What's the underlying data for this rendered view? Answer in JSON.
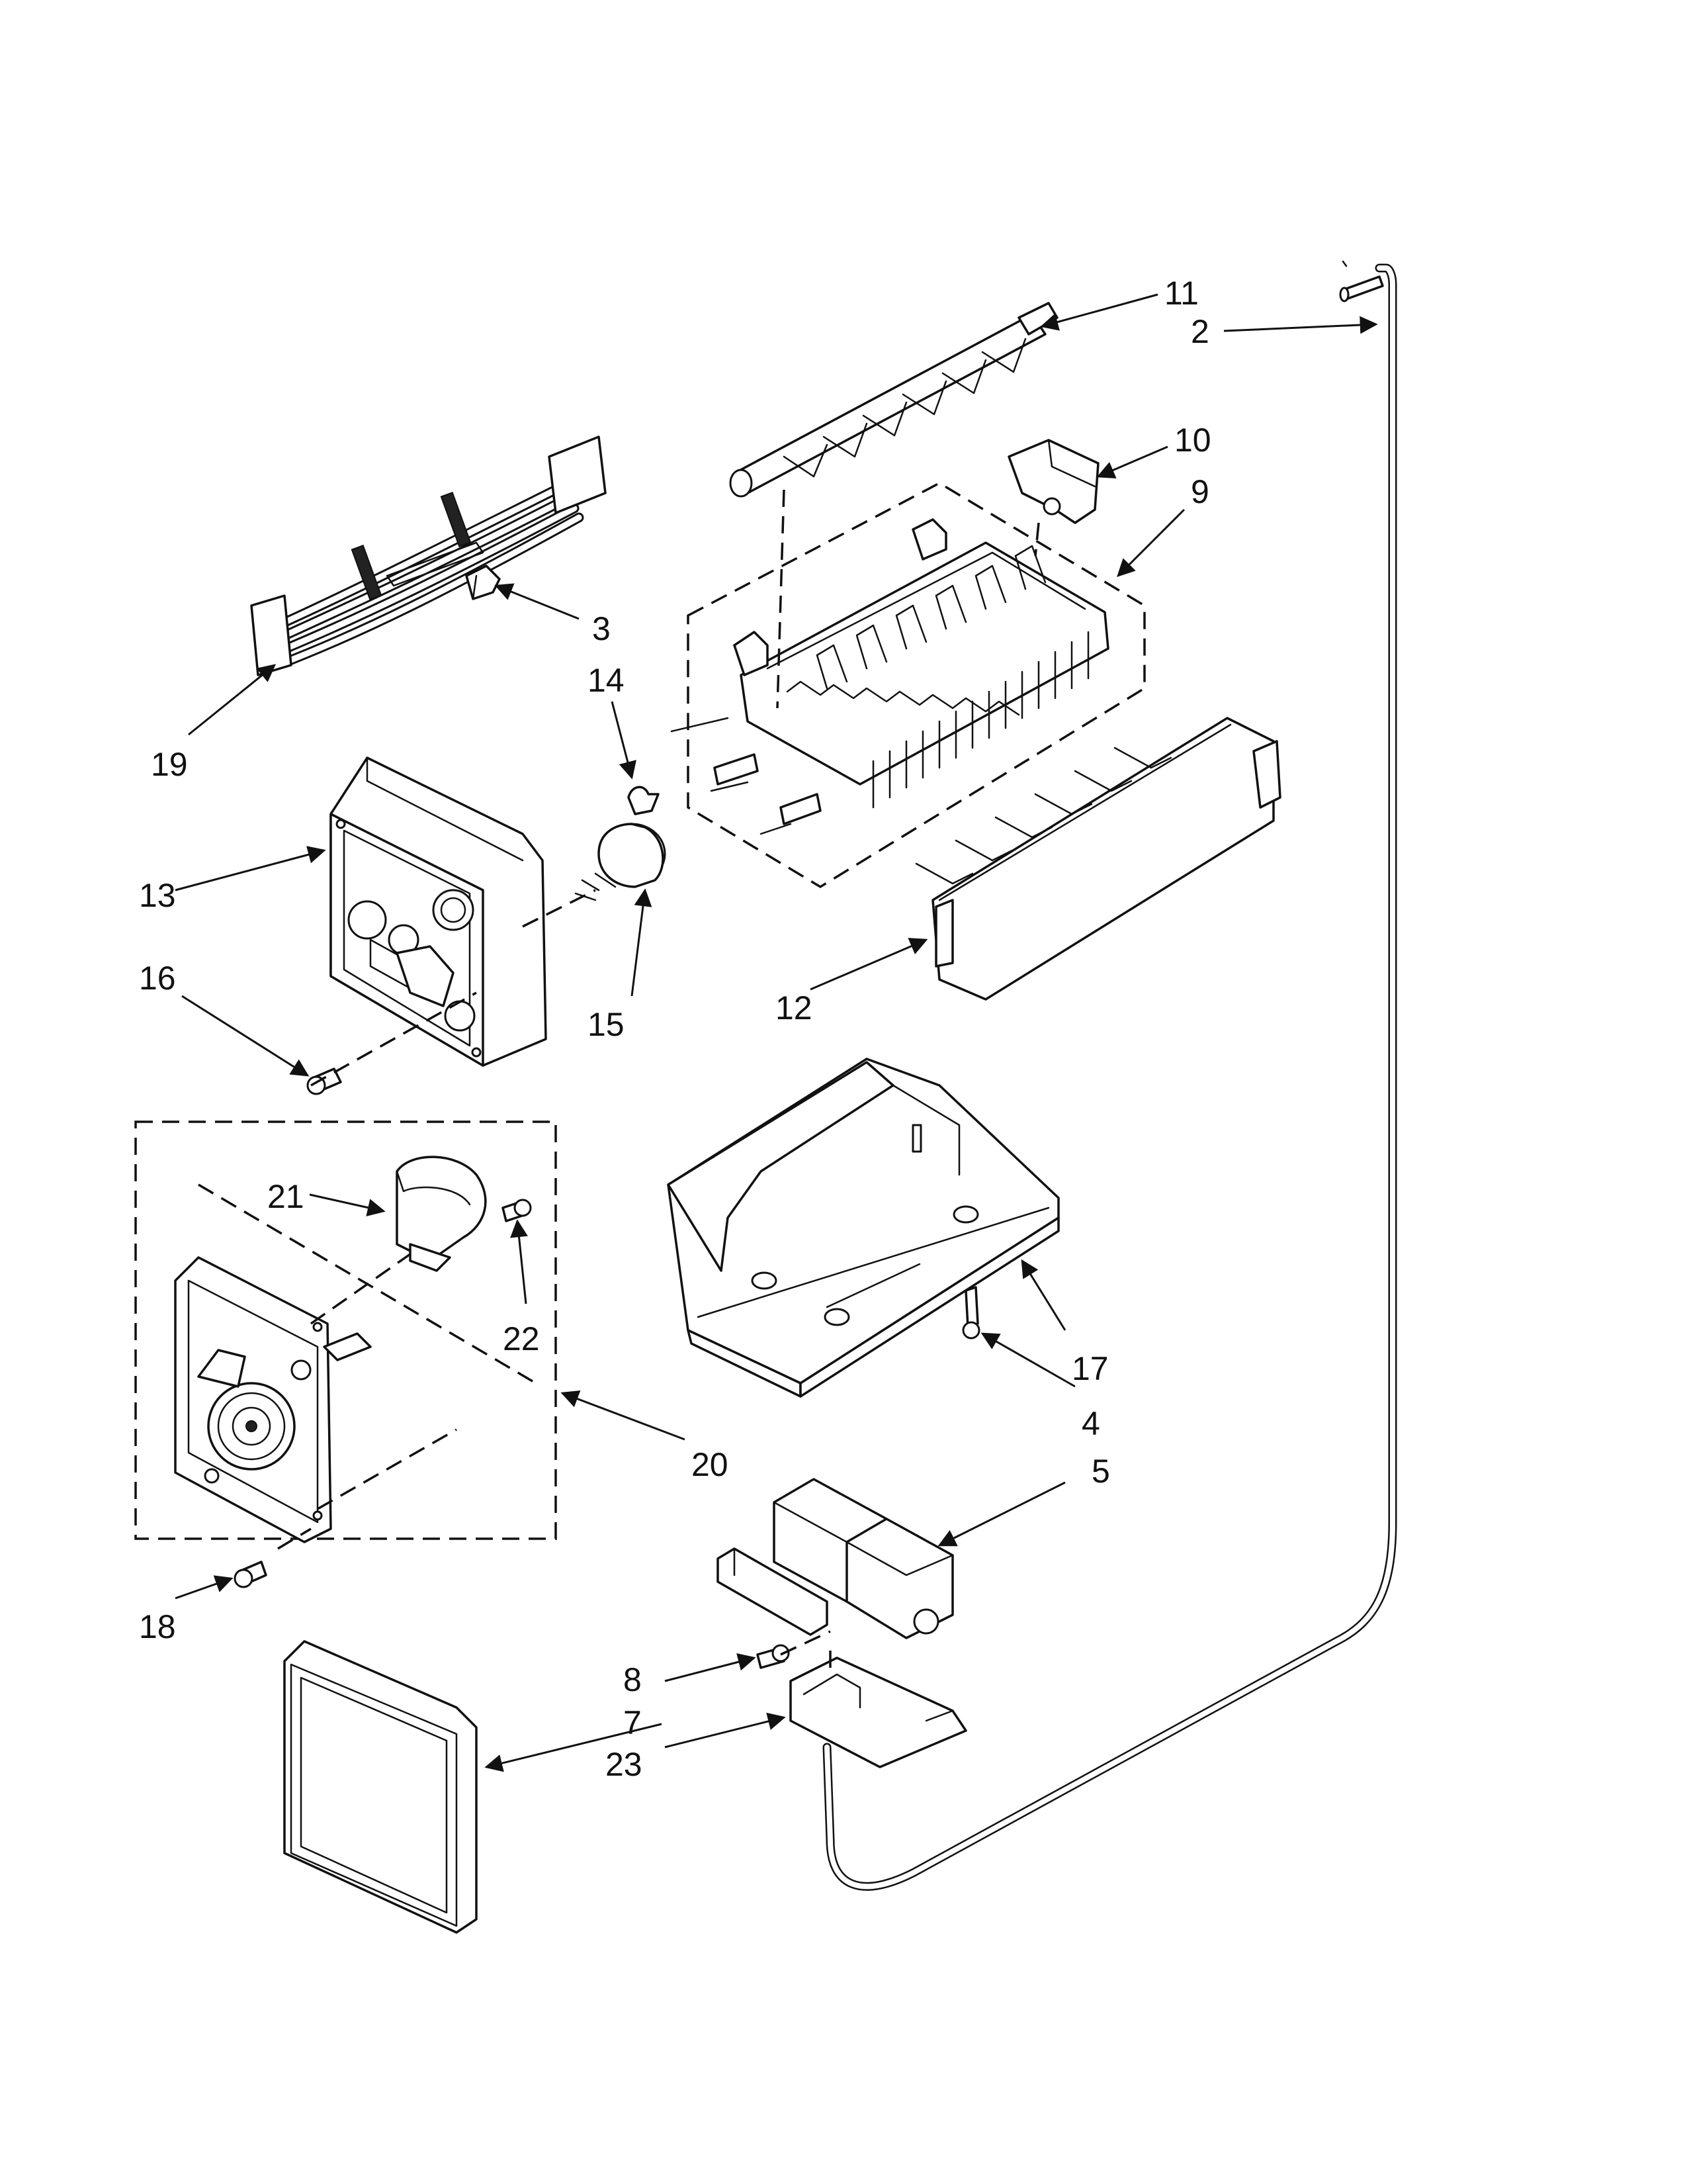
{
  "diagram": {
    "type": "exploded-parts-diagram",
    "callouts": [
      "2",
      "3",
      "4",
      "5",
      "7",
      "8",
      "9",
      "10",
      "11",
      "12",
      "13",
      "14",
      "15",
      "16",
      "17",
      "18",
      "19",
      "20",
      "21",
      "22",
      "23"
    ]
  }
}
